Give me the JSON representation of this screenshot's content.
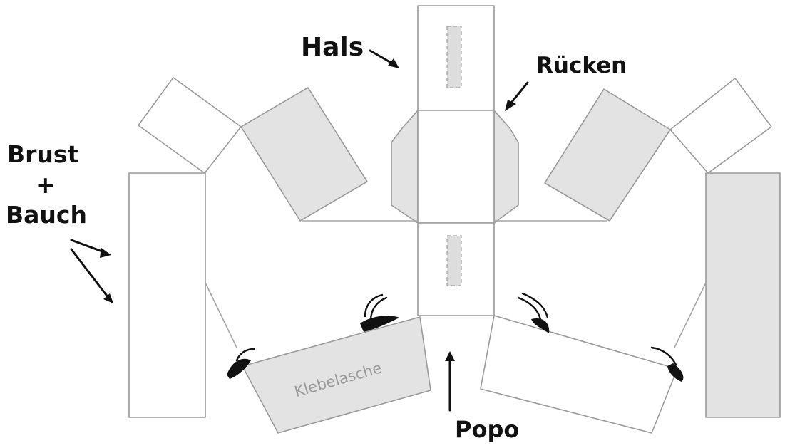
{
  "labels": {
    "hals": "Hals",
    "ruecken": "Rücken",
    "brust": "Brust",
    "plus": "+",
    "bauch": "Bauch",
    "popo": "Popo",
    "klebelasche": "Klebelasche"
  },
  "icons": {
    "heads": [
      "flamingo-head-icon"
    ],
    "arrows": [
      "arrow-icon"
    ]
  },
  "colors": {
    "outline": "#9a9a9a",
    "panel_grey": "#e3e3e3",
    "ink": "#111111"
  }
}
